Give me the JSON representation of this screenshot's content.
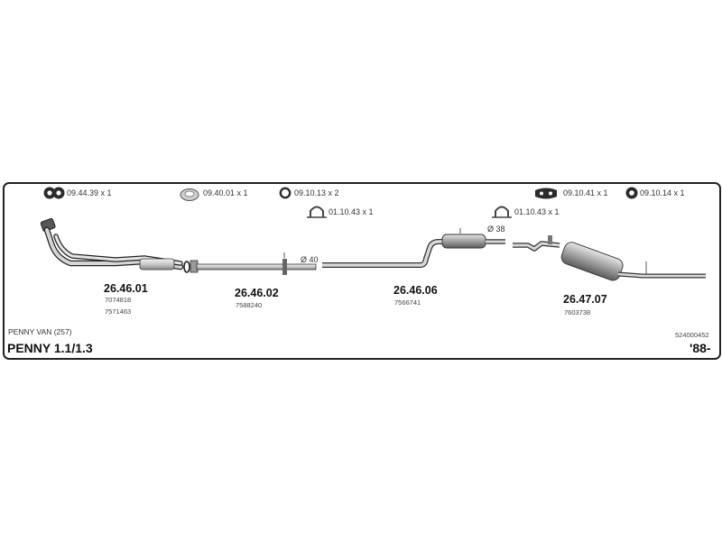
{
  "accessories": [
    {
      "text": "09.44.39 x 1",
      "icon": "gasket-icon"
    },
    {
      "text": "09.40.01 x 1",
      "icon": "ring-gasket-icon"
    },
    {
      "text": "09.10.13 x 2",
      "icon": "rubber-ring-icon"
    },
    {
      "text": "01.10.43 x 1",
      "icon": "u-clamp-icon"
    },
    {
      "text": "09.10.41 x 1",
      "icon": "rubber-mount-icon"
    },
    {
      "text": "09.10.14 x 1",
      "icon": "hanger-icon"
    },
    {
      "text": "01.10.43 x 1",
      "icon": "u-clamp-icon"
    }
  ],
  "parts": [
    {
      "number": "26.46.01",
      "refs": [
        "7074818",
        "7571463"
      ]
    },
    {
      "number": "26.46.02",
      "refs": [
        "7588240"
      ]
    },
    {
      "number": "26.46.06",
      "refs": [
        "7566741"
      ]
    },
    {
      "number": "26.47.07",
      "refs": [
        "7603738"
      ]
    }
  ],
  "diameters": [
    "Ø 40",
    "Ø 38"
  ],
  "vehicle": {
    "model": "PENNY VAN (257)",
    "name": "PENNY 1.1/1.3",
    "code": "524000452",
    "year": "'88-"
  },
  "colors": {
    "line": "#222222",
    "metal_dark": "#777777",
    "metal_light": "#d4d4d4"
  }
}
